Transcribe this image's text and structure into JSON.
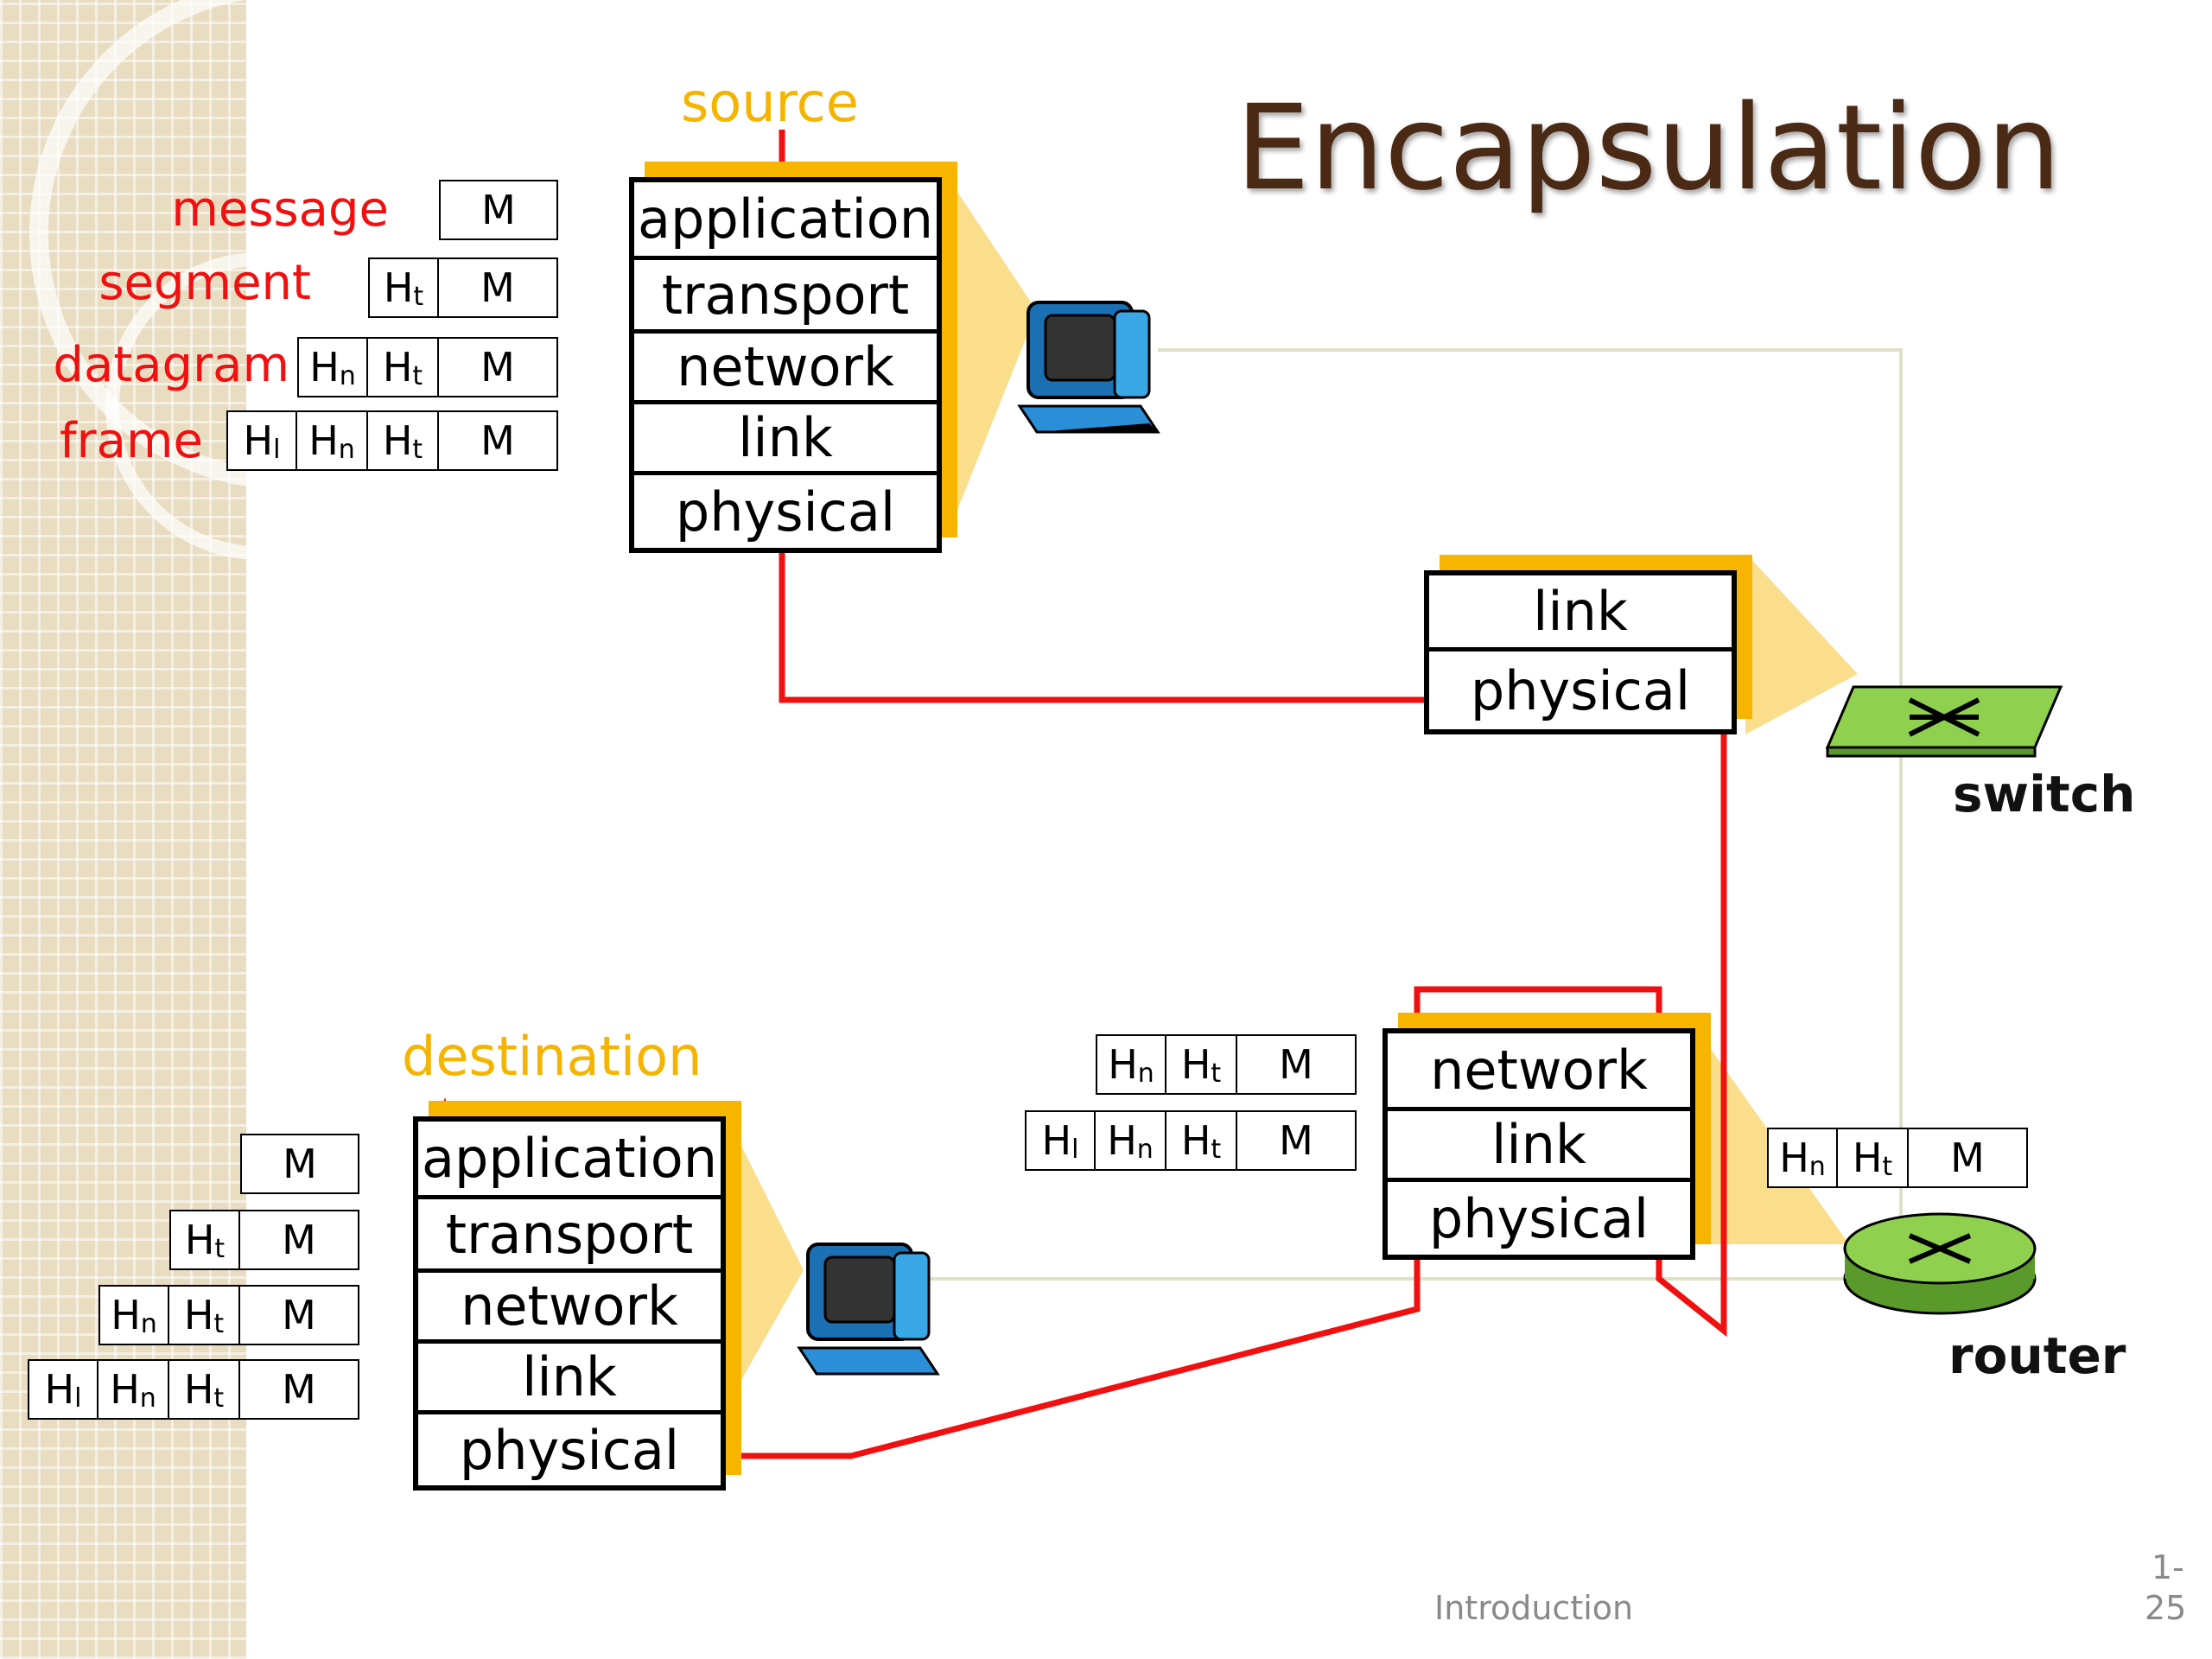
{
  "title": "Encapsulation",
  "labels": {
    "source": "source",
    "destination": "destination",
    "switch": "switch",
    "router": "router"
  },
  "pdu_names": {
    "message": "message",
    "segment": "segment",
    "datagram": "datagram",
    "frame": "frame"
  },
  "header_parts": {
    "h": "H",
    "m": "M",
    "sub_transport": "t",
    "sub_network": "n",
    "sub_link": "l"
  },
  "stacks": {
    "source": [
      "application",
      "transport",
      "network",
      "link",
      "physical"
    ],
    "switch": [
      "link",
      "physical"
    ],
    "router": [
      "network",
      "link",
      "physical"
    ],
    "destination": [
      "application",
      "transport",
      "network",
      "link",
      "physical"
    ]
  },
  "footer": {
    "section": "Introduction",
    "page_prefix": "1-",
    "page_number": "25"
  },
  "colors": {
    "path": "#f01010",
    "stack_shadow": "#f7b500",
    "title": "#4a2a14",
    "device_green": "#8fd14f"
  }
}
